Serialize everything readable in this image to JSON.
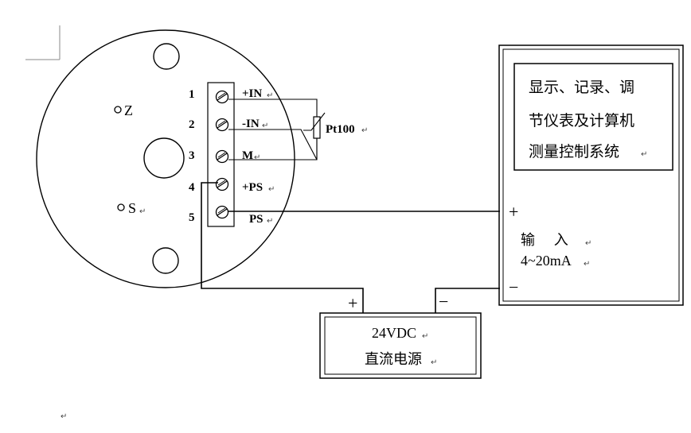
{
  "transmitter": {
    "mount_labels": {
      "z": "Z",
      "s": "S"
    },
    "terminals": [
      {
        "number": "1",
        "label": "+IN"
      },
      {
        "number": "2",
        "label": "-IN"
      },
      {
        "number": "3",
        "label": "M"
      },
      {
        "number": "4",
        "label": "+PS"
      },
      {
        "number": "5",
        "label": "PS"
      }
    ]
  },
  "sensor": {
    "label": "Pt100"
  },
  "display_system": {
    "title_lines": [
      "显示、记录、调",
      "节仪表及计算机",
      "测量控制系统"
    ],
    "plus": "+",
    "minus": "−",
    "input_label": "输　 入",
    "input_range": "4~20mA"
  },
  "power_supply": {
    "voltage": "24VDC",
    "name": "直流电源",
    "plus": "+",
    "minus": "−"
  },
  "paragraph_mark": "↵"
}
